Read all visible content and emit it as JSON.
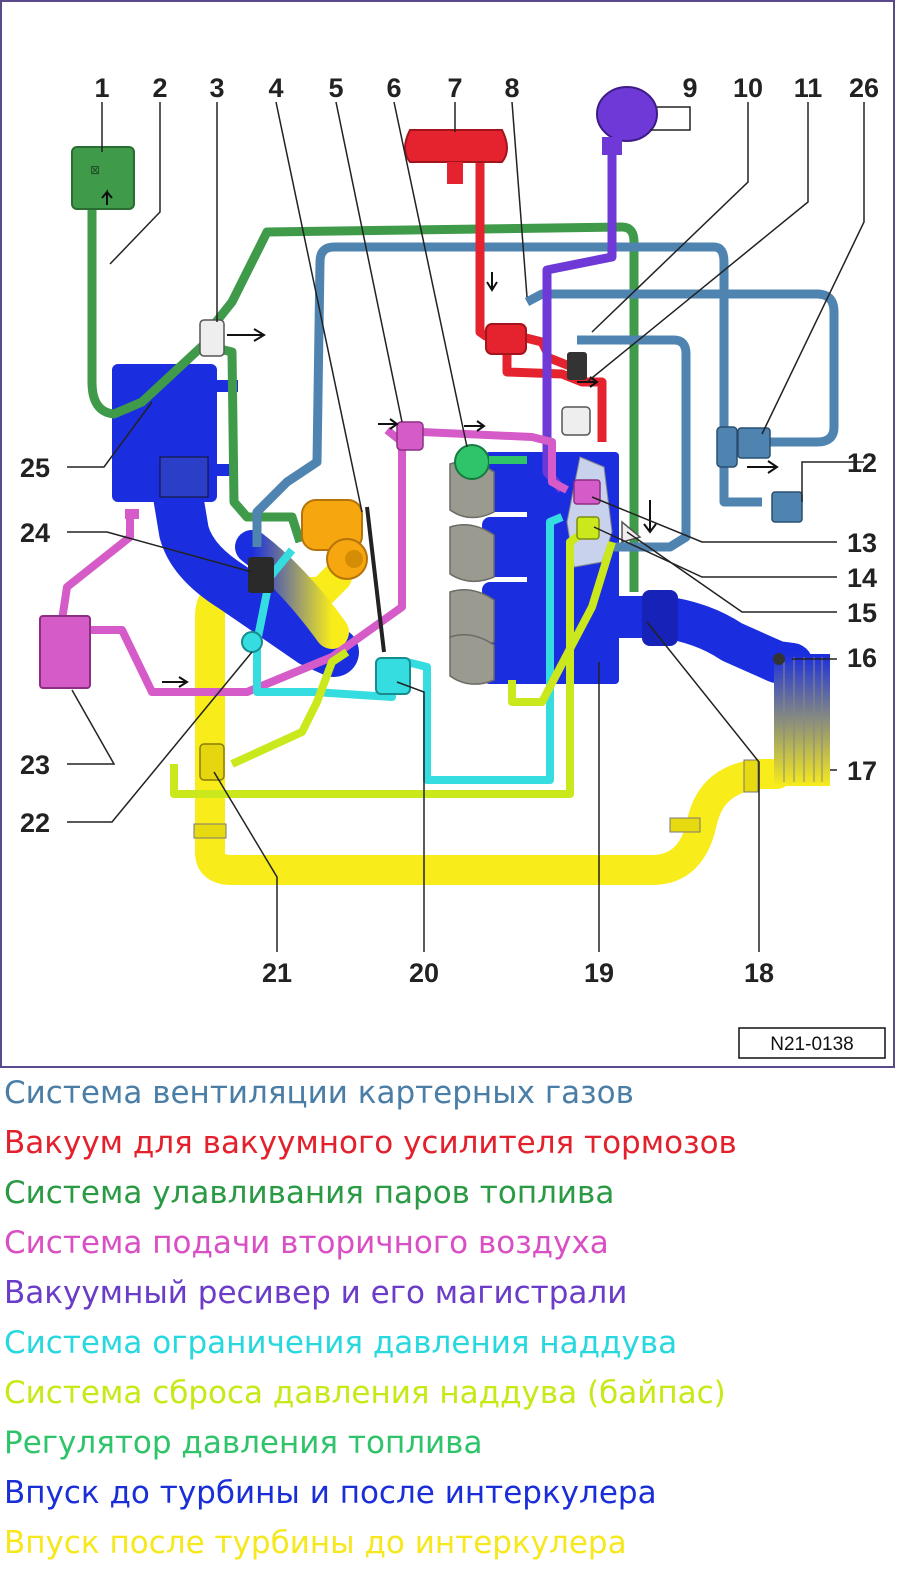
{
  "figure_ref": "N21-0138",
  "callouts": [
    "1",
    "2",
    "3",
    "4",
    "5",
    "6",
    "7",
    "8",
    "9",
    "10",
    "11",
    "26",
    "12",
    "13",
    "14",
    "15",
    "16",
    "17",
    "25",
    "24",
    "23",
    "22",
    "21",
    "20",
    "19",
    "18"
  ],
  "legend": [
    {
      "text": "Система вентиляции картерных газов",
      "color": "#4a7ea6"
    },
    {
      "text": "Вакуум для вакуумного усилителя тормозов",
      "color": "#e3212c"
    },
    {
      "text": "Система улавливания паров топлива",
      "color": "#2a9a44"
    },
    {
      "text": "Система подачи вторичного воздуха",
      "color": "#d94fc4"
    },
    {
      "text": "Вакуумный ресивер и его магистрали",
      "color": "#6a3cc8"
    },
    {
      "text": "Система ограничения давления наддува",
      "color": "#27d8df"
    },
    {
      "text": "Система сброса давления наддува (байпас)",
      "color": "#c8e817"
    },
    {
      "text": "Регулятор давления топлива",
      "color": "#2fc36a"
    },
    {
      "text": "Впуск до турбины и после интеркулера",
      "color": "#1a2ed8"
    },
    {
      "text": "Впуск после турбины до интеркулера",
      "color": "#f6e81c"
    }
  ],
  "colors": {
    "crankcase": "#4f84b1",
    "brake_vacuum": "#e5232f",
    "evap": "#3f9a4a",
    "secondary_air": "#d45bc8",
    "vacuum_reservoir": "#6e39d6",
    "boost_limit": "#35dde0",
    "bypass": "#cbe81c",
    "fuel_regulator": "#2fc36a",
    "intake_blue": "#1a2ee0",
    "intake_yellow": "#f8ec1a",
    "manifold_gray": "#9a9a90",
    "turbo_orange": "#f6a60e"
  }
}
